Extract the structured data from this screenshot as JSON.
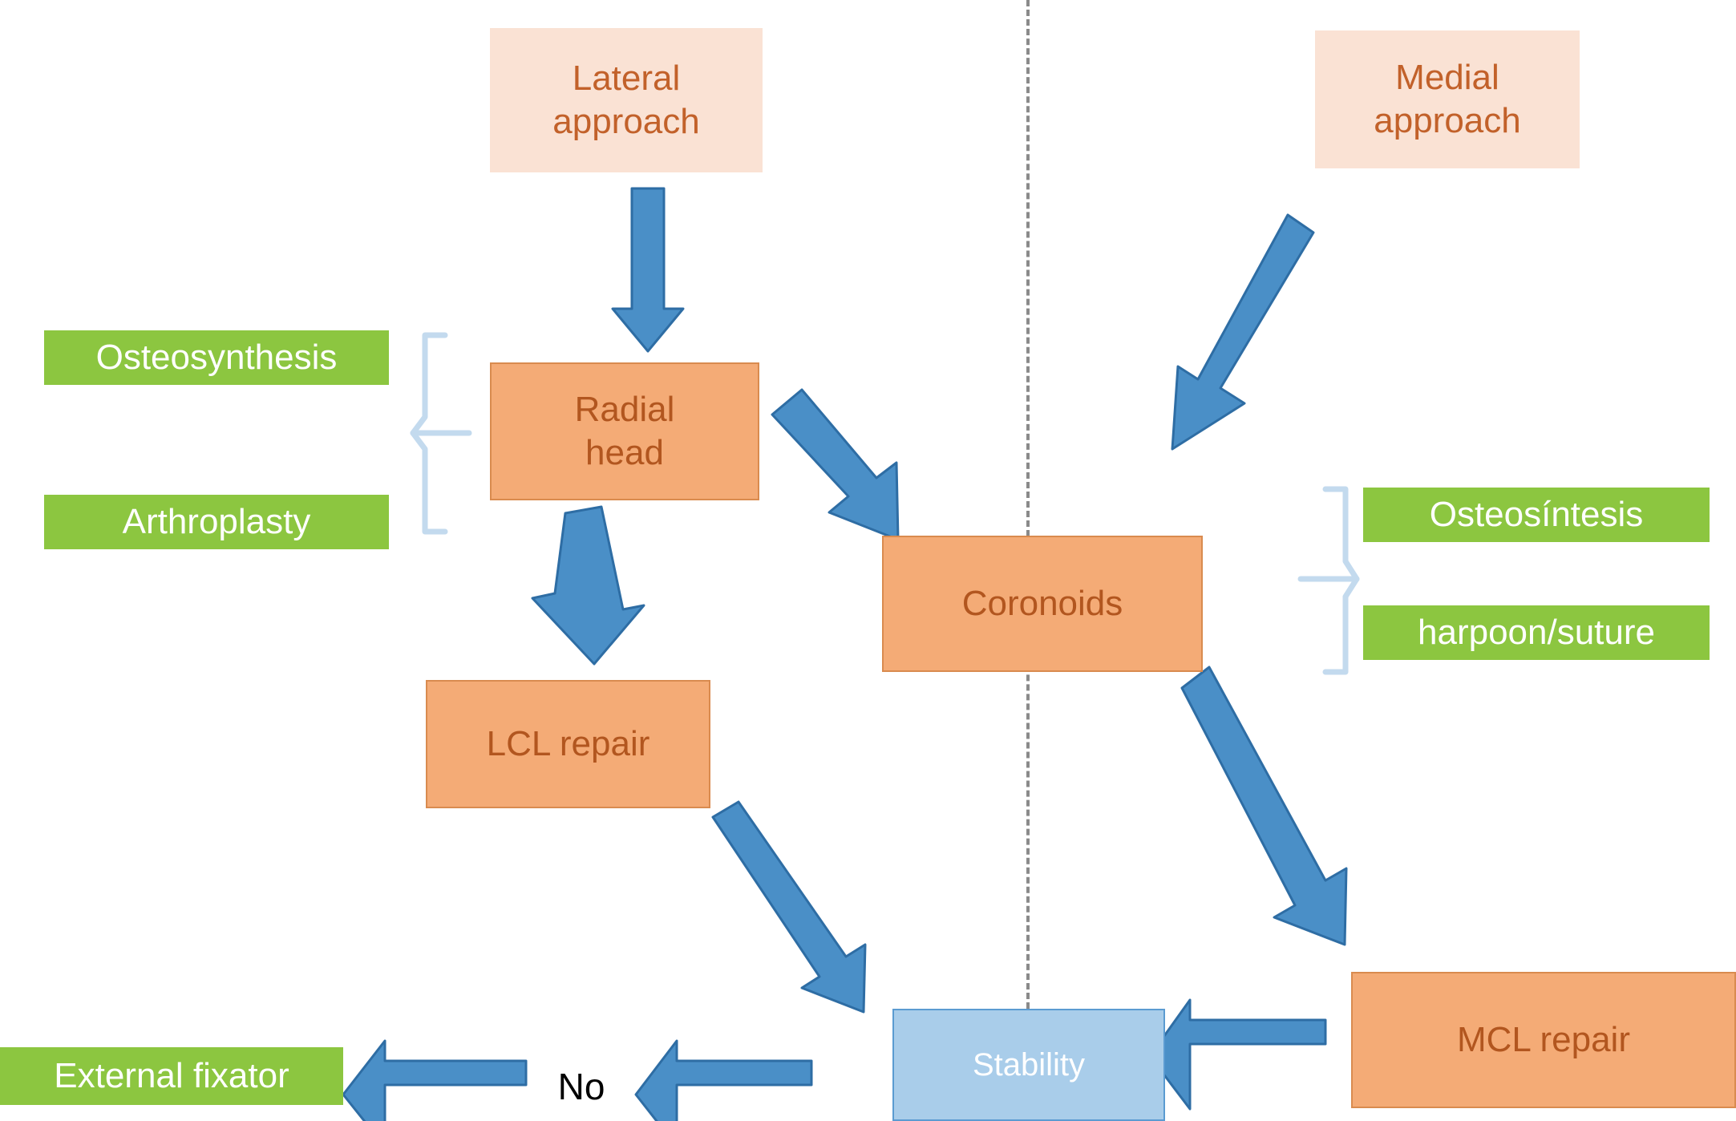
{
  "diagram": {
    "title": "Elbow terrible triad surgical management flowchart",
    "colors": {
      "pale_box_bg": "#fae2d4",
      "pale_box_text": "#c2612a",
      "orange_box_bg": "#f4ab76",
      "orange_box_border": "#d98b4f",
      "orange_box_text": "#b2561f",
      "green_box_bg": "#8cc640",
      "green_box_text": "#ffffff",
      "blue_box_bg": "#a9cdea",
      "blue_box_border": "#5b9bd1",
      "blue_box_text": "#ffffff",
      "arrow_fill": "#4a8fc7",
      "arrow_stroke": "#2e6da4",
      "brace_color": "#c3daee",
      "divider_color": "#8a8a8a",
      "plain_text": "#000000"
    },
    "nodes": {
      "lateral_approach": "Lateral\napproach",
      "medial_approach": "Medial\napproach",
      "osteosynthesis_left": "Osteosynthesis",
      "arthroplasty": "Arthroplasty",
      "radial_head": "Radial\nhead",
      "coronoids": "Coronoids",
      "osteosintesis_right": "Osteosíntesis",
      "harpoon_suture": "harpoon/suture",
      "lcl_repair": "LCL repair",
      "mcl_repair": "MCL repair",
      "stability": "Stability",
      "external_fixator": "External fixator",
      "no_label": "No"
    },
    "edges": [
      {
        "from": "lateral_approach",
        "to": "radial_head",
        "style": "down-arrow"
      },
      {
        "from": "medial_approach",
        "to": "coronoids",
        "style": "diagonal-down-left-arrow"
      },
      {
        "from": "radial_head",
        "to": "coronoids",
        "style": "diagonal-down-right-arrow"
      },
      {
        "from": "radial_head",
        "to": "lcl_repair",
        "style": "down-arrow"
      },
      {
        "from": "coronoids",
        "to": "mcl_repair",
        "style": "diagonal-down-right-arrow"
      },
      {
        "from": "lcl_repair",
        "to": "stability",
        "style": "diagonal-down-right-arrow"
      },
      {
        "from": "mcl_repair",
        "to": "stability",
        "style": "left-arrow"
      },
      {
        "from": "stability",
        "to": "no_label",
        "style": "left-arrow"
      },
      {
        "from": "no_label",
        "to": "external_fixator",
        "style": "left-arrow"
      }
    ],
    "braces": [
      {
        "name": "left-brace",
        "groups": [
          "osteosynthesis_left",
          "arthroplasty"
        ],
        "points_to": "radial_head"
      },
      {
        "name": "right-brace",
        "groups": [
          "osteosintesis_right",
          "harpoon_suture"
        ],
        "points_to": "coronoids"
      }
    ],
    "divider": {
      "orientation": "vertical",
      "style": "dashed",
      "separates": [
        "lateral side",
        "medial side"
      ]
    }
  }
}
